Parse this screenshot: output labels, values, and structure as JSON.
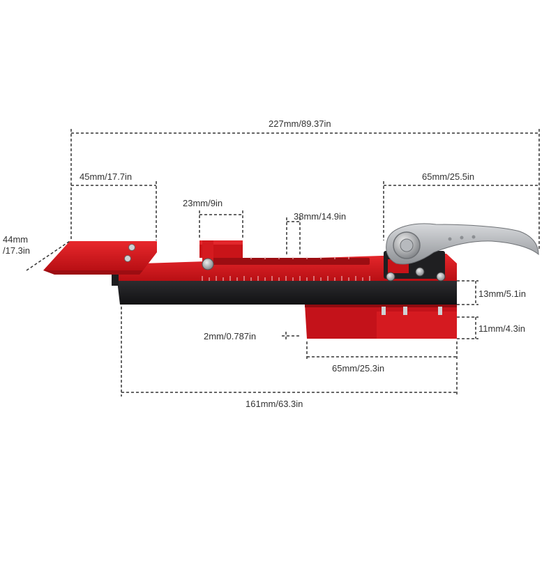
{
  "product": {
    "body_color": "#d8161b",
    "rail_color": "#1d1d1f",
    "handle_color": "#a9abaf",
    "icon": "t-track-stop-clamp"
  },
  "dimensions": {
    "overall_length": "227mm/89.37in",
    "left_plate_length": "45mm/17.7in",
    "plate_width_line1": "44mm",
    "plate_width_line2": "/17.3in",
    "stop_block": "23mm/9in",
    "scale_segment": "38mm/14.9in",
    "handle_length": "65mm/25.5in",
    "rail_height": "13mm/5.1in",
    "base_height": "11mm/4.3in",
    "gap": "2mm/0.787in",
    "base_length": "65mm/25.3in",
    "rail_length": "161mm/63.3in"
  }
}
